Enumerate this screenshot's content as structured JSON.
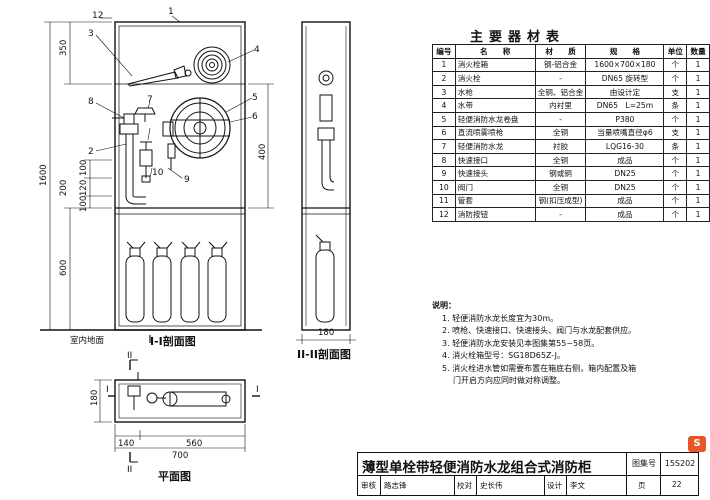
{
  "section_I": {
    "title": "I-I剖面图",
    "floor_label": "室内地面",
    "callouts": [
      "1",
      "2",
      "3",
      "4",
      "5",
      "6",
      "7",
      "8",
      "9",
      "10",
      "12"
    ],
    "dims_left": [
      "350",
      "1600",
      "400",
      "100",
      "120",
      "200",
      "100",
      "600"
    ],
    "section_marks": [
      "I",
      "I"
    ]
  },
  "section_II": {
    "title": "II-II剖面图",
    "width_dim": "180",
    "section_marks": [
      "II",
      "II"
    ]
  },
  "plan": {
    "title": "平面图",
    "dim_140": "140",
    "dim_560": "560",
    "dim_700": "700",
    "dim_180": "180"
  },
  "material_table": {
    "title": "主要器材表",
    "headers": [
      "编号",
      "名　　称",
      "材　　质",
      "规　　格",
      "单位",
      "数量"
    ],
    "rows": [
      [
        "1",
        "消火栓箱",
        "钢-铝合金",
        "1600×700×180",
        "个",
        "1"
      ],
      [
        "2",
        "消火栓",
        "-",
        "DN65 旋转型",
        "个",
        "1"
      ],
      [
        "3",
        "水枪",
        "全铜、铝合金",
        "由设计定",
        "支",
        "1"
      ],
      [
        "4",
        "水带",
        "内衬里",
        "DN65　L=25m",
        "条",
        "1"
      ],
      [
        "5",
        "轻便消防水龙卷盘",
        "-",
        "P380",
        "个",
        "1"
      ],
      [
        "6",
        "直流喷雾喷枪",
        "全铜",
        "当量喷嘴直径φ6",
        "支",
        "1"
      ],
      [
        "7",
        "轻便消防水龙",
        "衬胶",
        "LQG16-30",
        "条",
        "1"
      ],
      [
        "8",
        "快速接口",
        "全铜",
        "成品",
        "个",
        "1"
      ],
      [
        "9",
        "快速接头",
        "钢或铜",
        "DN25",
        "个",
        "1"
      ],
      [
        "10",
        "阀门",
        "全铜",
        "DN25",
        "个",
        "1"
      ],
      [
        "11",
        "管套",
        "钢(扣压成型)",
        "成品",
        "个",
        "1"
      ],
      [
        "12",
        "消防按钮",
        "-",
        "成品",
        "个",
        "1"
      ]
    ]
  },
  "notes": {
    "heading": "说明：",
    "items": [
      "1. 轻便消防水龙长度宜为30m。",
      "2. 喷枪、快速接口、快速接头、阀门与水龙配套供应。",
      "3. 轻便消防水龙安装见本图集第55~58页。",
      "4. 消火栓箱型号：SG18D65Z-J。",
      "5. 消火栓进水管如需要布置在箱底右侧，箱内配置及箱"
    ],
    "continuation": "门开启方向应同时做对称调整。"
  },
  "title_block": {
    "title": "薄型单栓带轻便消防水龙组合式消防柜",
    "atlas_label": "图集号",
    "atlas_no": "15S202",
    "review_label": "审核",
    "reviewer": "路志锋",
    "check_label": "校对",
    "checker": "史长伟",
    "design_label": "设计",
    "designer": "李文",
    "page_label": "页",
    "page_no": "22"
  },
  "badge": "S",
  "colors": {
    "line": "#111111",
    "badge": "#e8562a",
    "paper": "#ffffff"
  }
}
